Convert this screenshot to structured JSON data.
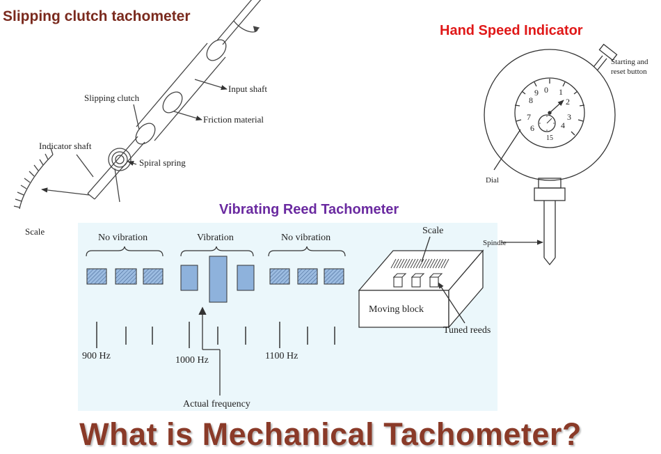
{
  "slipping_clutch": {
    "title": "Slipping clutch tachometer",
    "labels": {
      "input_shaft": "Input shaft",
      "slipping_clutch": "Slipping clutch",
      "friction_material": "Friction material",
      "indicator_shaft": "Indicator shaft",
      "spiral_spring": "Spiral spring",
      "scale": "Scale"
    }
  },
  "hand_speed": {
    "title": "Hand Speed Indicator",
    "labels": {
      "button_line1": "Starting and",
      "button_line2": "reset button",
      "dial": "Dial",
      "spindle": "Spindle"
    },
    "dial_numbers": [
      "0",
      "1",
      "2",
      "3",
      "4",
      "15",
      "6",
      "7",
      "8",
      "9"
    ]
  },
  "vibrating_reed": {
    "title": "Vibrating Reed  Tachometer",
    "labels": {
      "no_vibration_left": "No vibration",
      "vibration": "Vibration",
      "no_vibration_right": "No vibration",
      "freq_900": "900 Hz",
      "freq_1000": "1000 Hz",
      "freq_1100": "1100 Hz",
      "actual_frequency": "Actual frequency",
      "scale": "Scale",
      "moving_block": "Moving block",
      "tuned_reeds": "Tuned reeds"
    }
  },
  "main_title": "What is Mechanical Tachometer?",
  "colors": {
    "slip_title": "#7a2a1e",
    "hand_title": "#e01818",
    "reed_title": "#6a2aa0",
    "main_title": "#8a3a28",
    "panel_bg": "#ebf7fb",
    "reed_fill": "#9bbbe0"
  }
}
